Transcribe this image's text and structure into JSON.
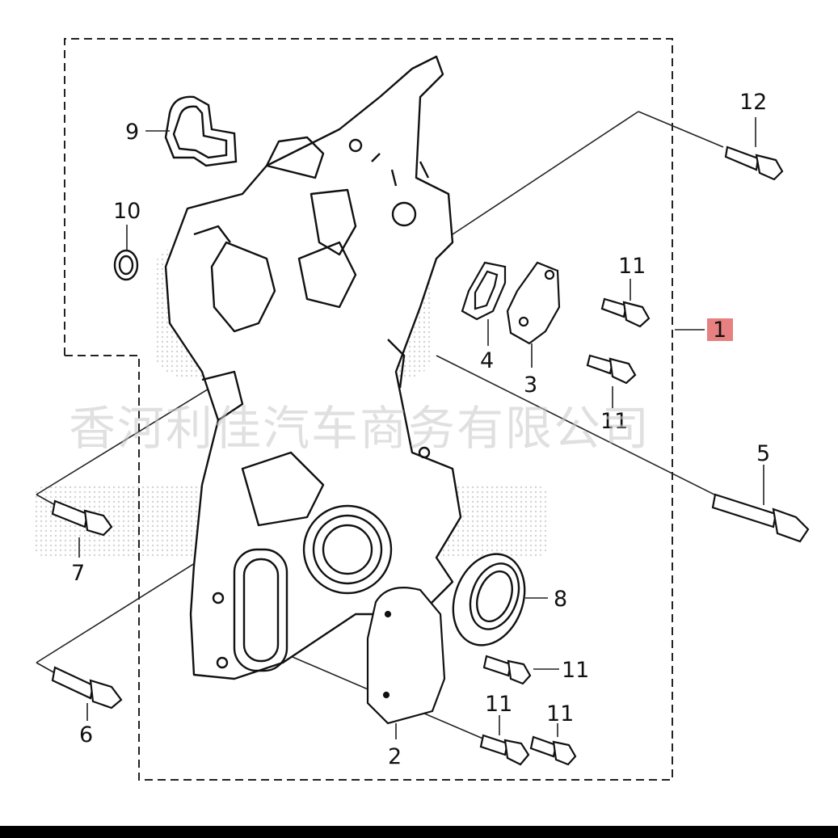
{
  "diagram": {
    "callouts": {
      "p1": "1",
      "p2": "2",
      "p3": "3",
      "p4": "4",
      "p5": "5",
      "p6": "6",
      "p7": "7",
      "p8": "8",
      "p9": "9",
      "p10": "10",
      "p11": "11",
      "p12": "12"
    },
    "watermark": "香河利佳汽车商务有限公司",
    "colors": {
      "ink": "#111111",
      "highlight": "#e36a6a",
      "watermark": "#c8c8c8"
    }
  }
}
